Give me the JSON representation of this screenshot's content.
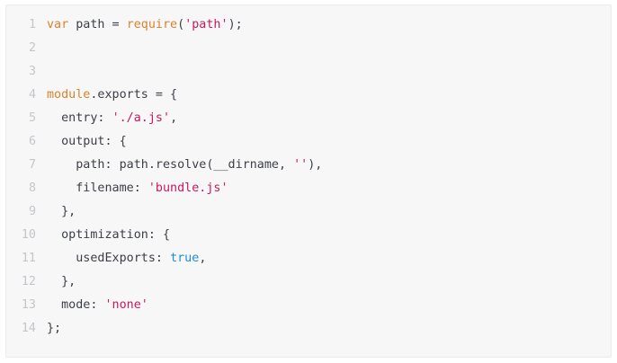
{
  "code": {
    "lines": [
      {
        "num": "1",
        "tokens": [
          {
            "t": "var",
            "k": "keyword"
          },
          {
            "t": " path = ",
            "k": "plain"
          },
          {
            "t": "require",
            "k": "builtin"
          },
          {
            "t": "(",
            "k": "plain"
          },
          {
            "t": "'path'",
            "k": "string"
          },
          {
            "t": ");",
            "k": "plain"
          }
        ]
      },
      {
        "num": "2",
        "tokens": []
      },
      {
        "num": "3",
        "tokens": []
      },
      {
        "num": "4",
        "tokens": [
          {
            "t": "module",
            "k": "builtin"
          },
          {
            "t": ".exports = {",
            "k": "plain"
          }
        ]
      },
      {
        "num": "5",
        "tokens": [
          {
            "t": "  entry: ",
            "k": "plain"
          },
          {
            "t": "'./a.js'",
            "k": "string"
          },
          {
            "t": ",",
            "k": "plain"
          }
        ]
      },
      {
        "num": "6",
        "tokens": [
          {
            "t": "  output: {",
            "k": "plain"
          }
        ]
      },
      {
        "num": "7",
        "tokens": [
          {
            "t": "    path: path.resolve(__dirname, ",
            "k": "plain"
          },
          {
            "t": "''",
            "k": "string"
          },
          {
            "t": "),",
            "k": "plain"
          }
        ]
      },
      {
        "num": "8",
        "tokens": [
          {
            "t": "    filename: ",
            "k": "plain"
          },
          {
            "t": "'bundle.js'",
            "k": "string"
          }
        ]
      },
      {
        "num": "9",
        "tokens": [
          {
            "t": "  },",
            "k": "plain"
          }
        ]
      },
      {
        "num": "10",
        "tokens": [
          {
            "t": "  optimization: {",
            "k": "plain"
          }
        ]
      },
      {
        "num": "11",
        "tokens": [
          {
            "t": "    usedExports: ",
            "k": "plain"
          },
          {
            "t": "true",
            "k": "bool"
          },
          {
            "t": ",",
            "k": "plain"
          }
        ]
      },
      {
        "num": "12",
        "tokens": [
          {
            "t": "  },",
            "k": "plain"
          }
        ]
      },
      {
        "num": "13",
        "tokens": [
          {
            "t": "  mode: ",
            "k": "plain"
          },
          {
            "t": "'none'",
            "k": "string"
          }
        ]
      },
      {
        "num": "14",
        "tokens": [
          {
            "t": "};",
            "k": "plain"
          }
        ]
      }
    ]
  },
  "colors": {
    "background": "#f7f7f8",
    "line_number": "#c4c6cc",
    "keyword": "#d9822b",
    "string": "#c8185f",
    "boolean": "#1c8ed4",
    "text": "#3d3f47"
  }
}
